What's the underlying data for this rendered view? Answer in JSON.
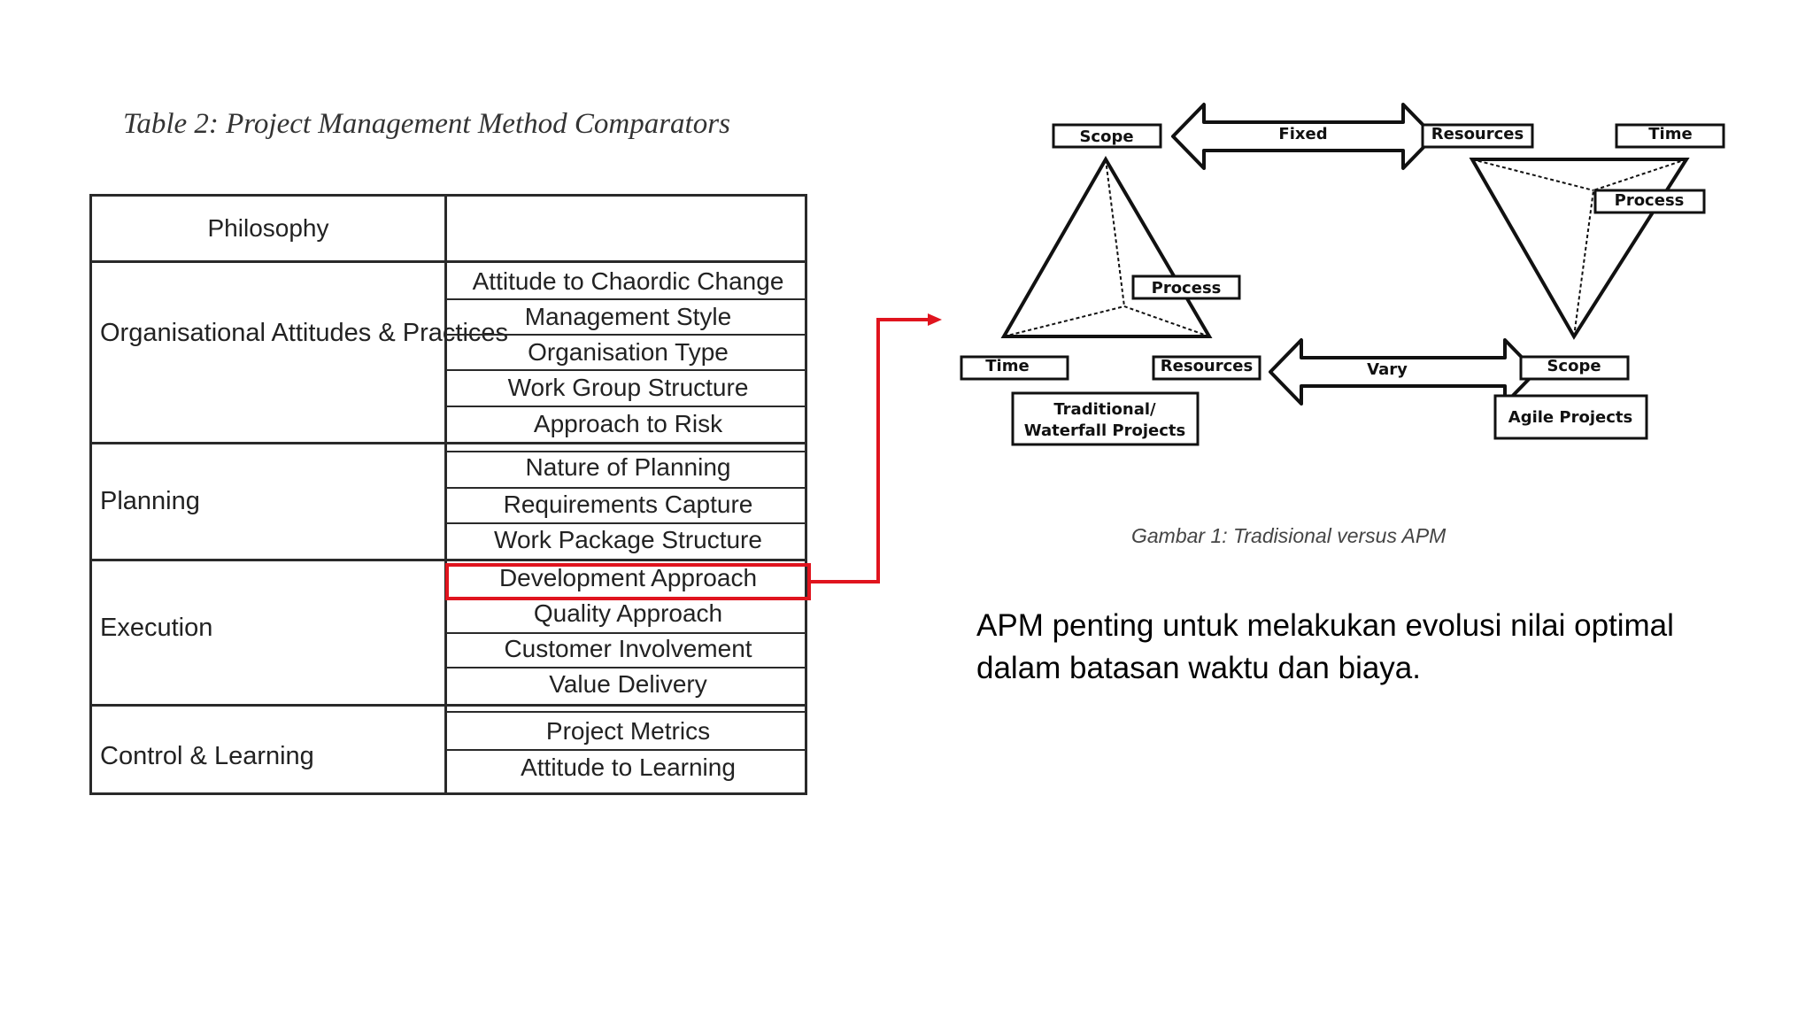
{
  "table": {
    "caption": "Table 2: Project Management Method Comparators",
    "header_left": "Philosophy",
    "header_right": "",
    "groups": [
      {
        "category": "Organisational Attitudes & Practices",
        "items": [
          "Attitude to Chaordic Change",
          "Management Style",
          "Organisation Type",
          "Work Group Structure",
          "Approach to Risk"
        ]
      },
      {
        "category": "Planning",
        "items": [
          "Nature of Planning",
          "Requirements Capture",
          "Work Package Structure"
        ]
      },
      {
        "category": "Execution",
        "items": [
          "Development Approach",
          "Quality Approach",
          "Customer Involvement",
          "Value Delivery"
        ]
      },
      {
        "category": "Control & Learning",
        "items": [
          "Project Metrics",
          "Attitude to Learning"
        ]
      }
    ],
    "highlighted_item": "Development Approach",
    "highlight_color": "#e0141e"
  },
  "diagram": {
    "traditional": {
      "scope": "Scope",
      "time": "Time",
      "resources": "Resources",
      "process": "Process",
      "title_line1": "Traditional/",
      "title_line2": "Waterfall Projects"
    },
    "agile": {
      "resources": "Resources",
      "time": "Time",
      "scope": "Scope",
      "process": "Process",
      "title": "Agile Projects"
    },
    "fixed_label": "Fixed",
    "vary_label": "Vary",
    "caption": "Gambar 1: Tradisional versus APM"
  },
  "body_text": "APM penting untuk melakukan evolusi nilai optimal dalam batasan waktu dan biaya."
}
